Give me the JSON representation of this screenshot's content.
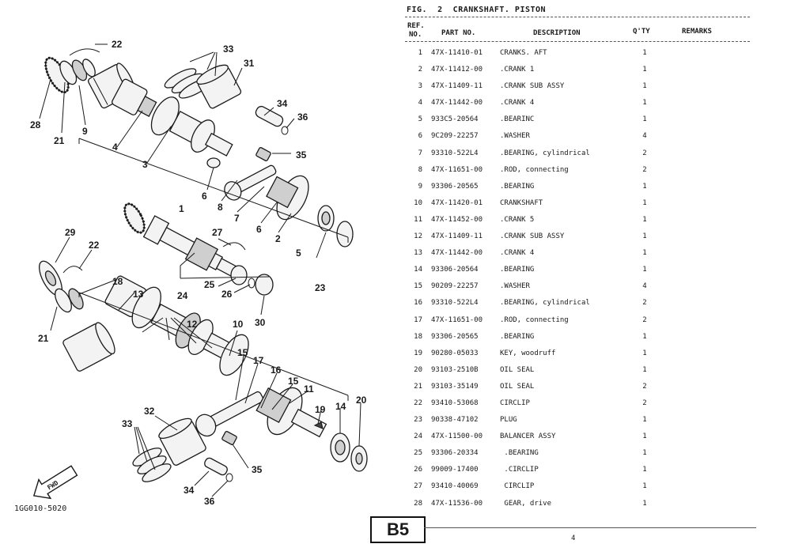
{
  "diagram": {
    "labels": [
      "22",
      "33",
      "31",
      "34",
      "36",
      "35",
      "28",
      "21",
      "9",
      "4",
      "3",
      "6",
      "1",
      "8",
      "7",
      "6",
      "2",
      "5",
      "23",
      "29",
      "22",
      "27",
      "18",
      "13",
      "25",
      "26",
      "24",
      "30",
      "21",
      "12",
      "10",
      "15",
      "17",
      "16",
      "15",
      "11",
      "19",
      "14",
      "20",
      "32",
      "33",
      "35",
      "34",
      "36"
    ],
    "code": "1GG010-5020",
    "fwd": "FWD"
  },
  "catalog": {
    "title": "FIG.  2  CRANKSHAFT. PISTON",
    "headers": {
      "ref_line1": "REF.",
      "ref_line2": "NO.",
      "part_no": "PART NO.",
      "description": "DESCRIPTION",
      "qty": "Q'TY",
      "remarks": "REMARKS"
    },
    "rows": [
      {
        "ref": "1",
        "part": "47X-11410-01",
        "desc": "CRANKS. AFT",
        "qty": "1"
      },
      {
        "ref": "2",
        "part": "47X-11412-00",
        "desc": ".CRANK 1",
        "qty": "1"
      },
      {
        "ref": "3",
        "part": "47X-11409-11",
        "desc": ".CRANK SUB ASSY",
        "qty": "1"
      },
      {
        "ref": "4",
        "part": "47X-11442-00",
        "desc": ".CRANK 4",
        "qty": "1"
      },
      {
        "ref": "5",
        "part": "933C5-20564",
        "desc": ".BEARINC",
        "qty": "1"
      },
      {
        "ref": "6",
        "part": "9C209-22257",
        "desc": ".WASHER",
        "qty": "4"
      },
      {
        "ref": "7",
        "part": "93310-522L4",
        "desc": ".BEARING, cylindrical",
        "qty": "2"
      },
      {
        "ref": "8",
        "part": "47X-11651-00",
        "desc": ".ROD, connecting",
        "qty": "2"
      },
      {
        "ref": "9",
        "part": "93306-20565",
        "desc": ".BEARING",
        "qty": "1"
      },
      {
        "ref": "10",
        "part": "47X-11420-01",
        "desc": "CRANKSHAFT",
        "qty": "1"
      },
      {
        "ref": "11",
        "part": "47X-11452-00",
        "desc": ".CRANK 5",
        "qty": "1"
      },
      {
        "ref": "12",
        "part": "47X-11409-11",
        "desc": ".CRANK SUB ASSY",
        "qty": "1"
      },
      {
        "ref": "13",
        "part": "47X-11442-00",
        "desc": ".CRANK 4",
        "qty": "1"
      },
      {
        "ref": "14",
        "part": "93306-20564",
        "desc": ".BEARING",
        "qty": "1"
      },
      {
        "ref": "15",
        "part": "90209-22257",
        "desc": ".WASHER",
        "qty": "4"
      },
      {
        "ref": "16",
        "part": "93310-522L4",
        "desc": ".BEARING, cylindrical",
        "qty": "2"
      },
      {
        "ref": "17",
        "part": "47X-11651-00",
        "desc": ".ROD, connecting",
        "qty": "2"
      },
      {
        "ref": "18",
        "part": "93306-20565",
        "desc": ".BEARING",
        "qty": "1"
      },
      {
        "ref": "19",
        "part": "90280-05033",
        "desc": "KEY, woodruff",
        "qty": "1"
      },
      {
        "ref": "20",
        "part": "93103-2510B",
        "desc": "OIL SEAL",
        "qty": "1"
      },
      {
        "ref": "21",
        "part": "93103-35149",
        "desc": "OIL SEAL",
        "qty": "2"
      },
      {
        "ref": "22",
        "part": "93410-53068",
        "desc": "CIRCLIP",
        "qty": "2"
      },
      {
        "ref": "23",
        "part": "90338-47102",
        "desc": "PLUG",
        "qty": "1"
      },
      {
        "ref": "24",
        "part": "47X-11500-00",
        "desc": "BALANCER ASSY",
        "qty": "1"
      },
      {
        "ref": "25",
        "part": "93306-20334",
        "desc": " .BEARING",
        "qty": "1"
      },
      {
        "ref": "26",
        "part": "99009-17400",
        "desc": " .CIRCLIP",
        "qty": "1"
      },
      {
        "ref": "27",
        "part": "93410-40069",
        "desc": " CIRCLIP",
        "qty": "1"
      },
      {
        "ref": "28",
        "part": "47X-11536-00",
        "desc": " GEAR, drive",
        "qty": "1"
      }
    ]
  },
  "footer": {
    "section": "B5",
    "page": "4"
  }
}
